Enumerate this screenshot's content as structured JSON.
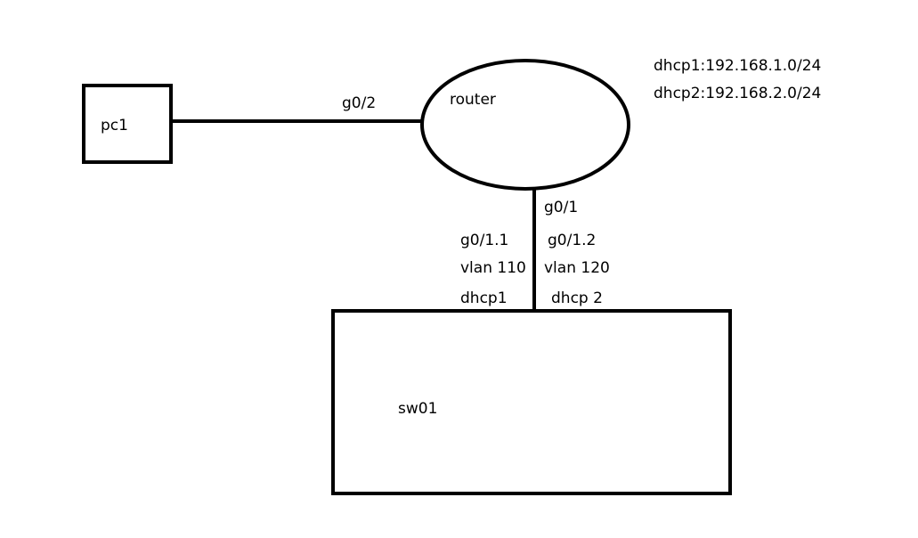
{
  "nodes": {
    "pc": "pc1",
    "router": "router",
    "switch": "sw01"
  },
  "links": {
    "pc_router_port": "g0/2",
    "router_switch_port": "g0/1"
  },
  "subinterfaces": [
    {
      "name": "g0/1.1",
      "vlan": "vlan 110",
      "dhcp": "dhcp1"
    },
    {
      "name": "g0/1.2",
      "vlan": "vlan 120",
      "dhcp": "dhcp 2"
    }
  ],
  "dhcp_pools": [
    "dhcp1:192.168.1.0/24",
    "dhcp2:192.168.2.0/24"
  ]
}
